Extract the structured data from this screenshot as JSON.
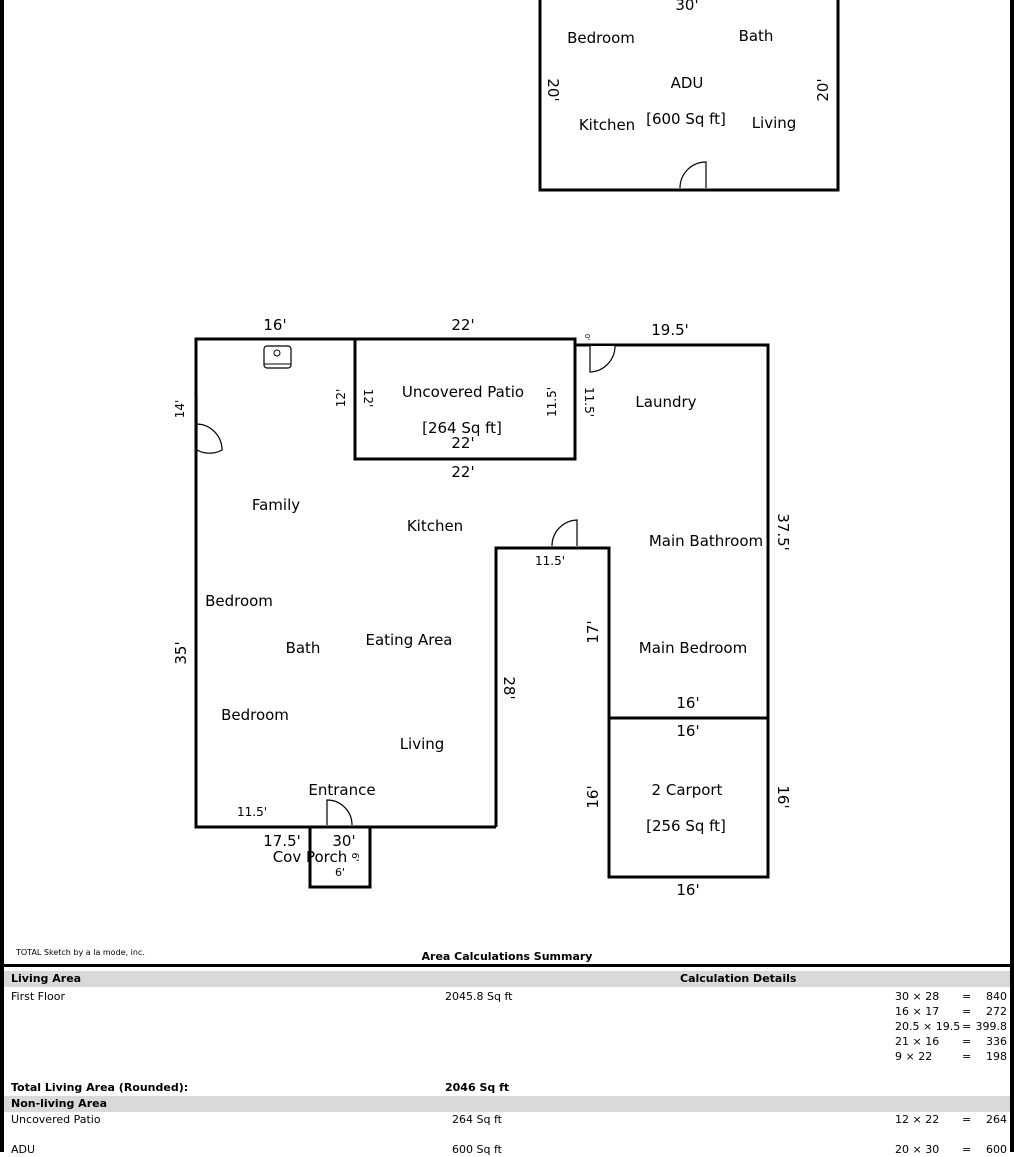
{
  "floorplan": {
    "adu": {
      "top_dim": "30'",
      "left_dim": "20'",
      "right_dim": "20'",
      "rooms": [
        "Bedroom",
        "Bath",
        "ADU",
        "Kitchen",
        "Living"
      ],
      "area": "[600 Sq ft]"
    },
    "main": {
      "dims": {
        "top_left": "16'",
        "top_patio": "22'",
        "top_right": "19.5'",
        "left_upper": "14'",
        "left_lower": "35'",
        "patio_left_outer": "12'",
        "patio_left_inner": "12'",
        "patio_right_inner": "11.5'",
        "patio_right_outer": "11.5'",
        "patio_bottom_inner": "22'",
        "patio_bottom_outer": "22'",
        "door_tiny": "0'",
        "right_side": "37.5'",
        "notch_top": "11.5'",
        "notch_right": "17'",
        "notch_left": "28'",
        "bedroom_bottom": "16'",
        "carport_top": "16'",
        "carport_left": "16'",
        "carport_right": "16'",
        "carport_bottom": "16'",
        "bottom_left": "11.5'",
        "porch_left": "17.5'",
        "porch_top": "30'",
        "porch_side": "6'",
        "porch_bottom": "6'"
      },
      "rooms": {
        "patio": "Uncovered Patio",
        "patio_area": "[264 Sq ft]",
        "laundry": "Laundry",
        "family": "Family",
        "kitchen": "Kitchen",
        "main_bathroom": "Main Bathroom",
        "bedroom1": "Bedroom",
        "bath": "Bath",
        "eating": "Eating Area",
        "main_bedroom": "Main Bedroom",
        "bedroom2": "Bedroom",
        "living": "Living",
        "entrance": "Entrance",
        "porch": "Cov Porch",
        "carport": "2 Carport",
        "carport_area": "[256 Sq ft]"
      }
    }
  },
  "footer": {
    "credit": "TOTAL Sketch by a la mode, inc.",
    "summary_title": "Area Calculations Summary"
  },
  "table": {
    "living_header": "Living Area",
    "calc_header": "Calculation Details",
    "first_floor_label": "First Floor",
    "first_floor_value": "2045.8 Sq ft",
    "calcs": [
      {
        "f": "30 × 28",
        "eq": "=",
        "r": "840"
      },
      {
        "f": "16 × 17",
        "eq": "=",
        "r": "272"
      },
      {
        "f": "20.5 × 19.5",
        "eq": "=",
        "r": "399.8"
      },
      {
        "f": "21 × 16",
        "eq": "=",
        "r": "336"
      },
      {
        "f": "9 × 22",
        "eq": "=",
        "r": "198"
      }
    ],
    "total_label": "Total Living Area (Rounded):",
    "total_value": "2046 Sq ft",
    "nonliving_header": "Non-living Area",
    "patio_label": "Uncovered Patio",
    "patio_value": "264 Sq ft",
    "patio_calc": {
      "f": "12 × 22",
      "eq": "=",
      "r": "264"
    },
    "adu_label": "ADU",
    "adu_value": "600 Sq ft",
    "adu_calc": {
      "f": "20 × 30",
      "eq": "=",
      "r": "600"
    }
  }
}
